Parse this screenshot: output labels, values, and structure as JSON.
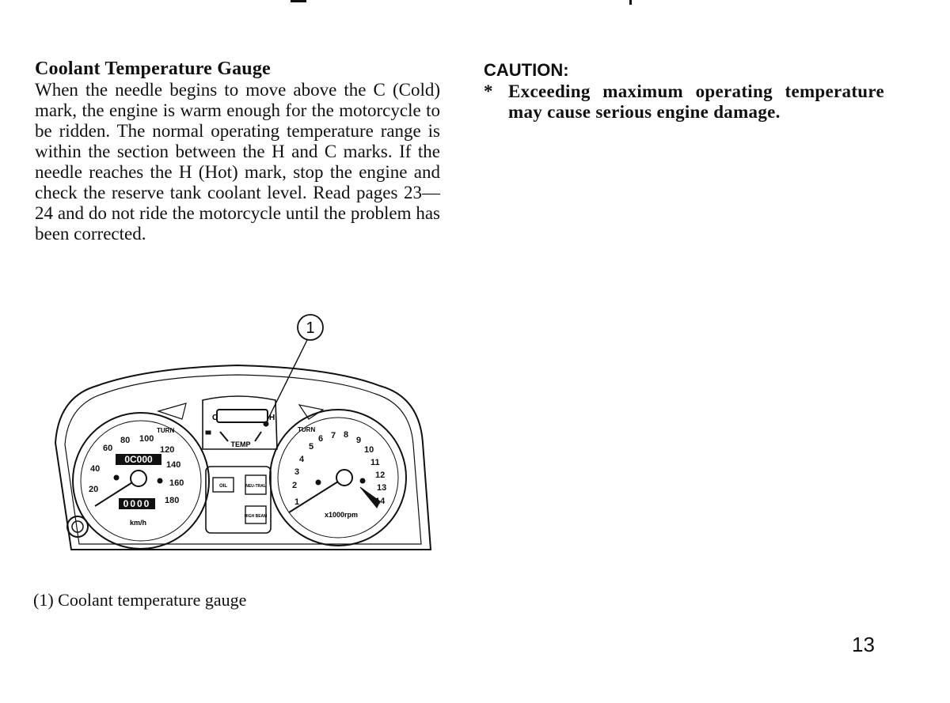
{
  "section": {
    "title": "Coolant Temperature Gauge",
    "body": "When the needle begins to move above the C (Cold) mark, the engine is warm enough for the motorcycle to be ridden. The normal operating temperature range is within the section between the H and C marks. If the needle reaches the H (Hot) mark, stop the engine and check the reserve tank coolant level. Read pages 23—24 and do not ride the motorcycle until the problem has been corrected."
  },
  "caution": {
    "title": "CAUTION:",
    "bullet": "*",
    "text": "Exceeding maximum operating temperature may cause serious engine damage."
  },
  "illustration": {
    "callout": "1",
    "temp_gauge": {
      "cold": "C",
      "hot": "H",
      "label": "TEMP"
    },
    "speedometer": {
      "ticks": [
        "20",
        "40",
        "60",
        "80",
        "100",
        "120",
        "140",
        "160",
        "180"
      ],
      "unit": "km/h",
      "odometer": "0C000",
      "trip": "0000",
      "turn": "TURN"
    },
    "tachometer": {
      "ticks": [
        "1",
        "2",
        "3",
        "4",
        "5",
        "6",
        "7",
        "8",
        "9",
        "10",
        "11",
        "12",
        "13",
        "14"
      ],
      "unit": "x1000rpm",
      "turn": "TURN"
    },
    "indicators": {
      "oil": "OIL",
      "neutral": "NEU-TRAL",
      "high_beam": "HIGH BEAM"
    }
  },
  "caption": "(1) Coolant temperature gauge",
  "page_number": "13"
}
